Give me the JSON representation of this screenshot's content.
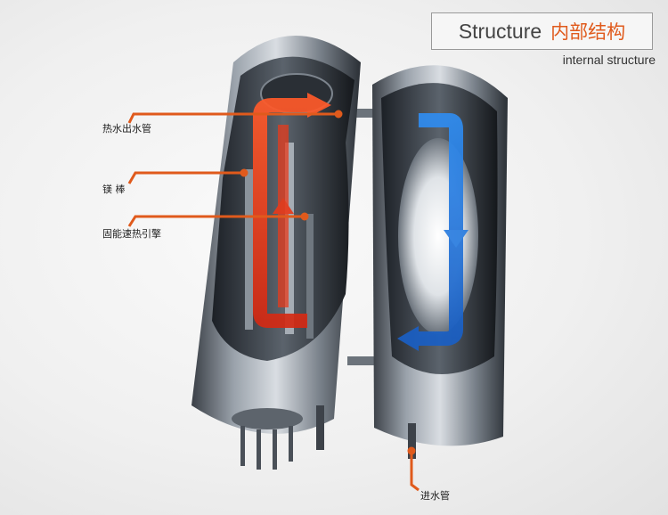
{
  "header": {
    "title_en": "Structure",
    "title_zh": "内部结构",
    "subtitle": "internal structure"
  },
  "callouts": {
    "hot_water_outlet": "热水出水管",
    "magnesium_rod": "镁 棒",
    "heat_engine": "固能速热引擎",
    "water_inlet": "进水管"
  },
  "colors": {
    "accent": "#e05a1c",
    "hot_flow": "#e83a1a",
    "cold_flow": "#2a7de0"
  }
}
